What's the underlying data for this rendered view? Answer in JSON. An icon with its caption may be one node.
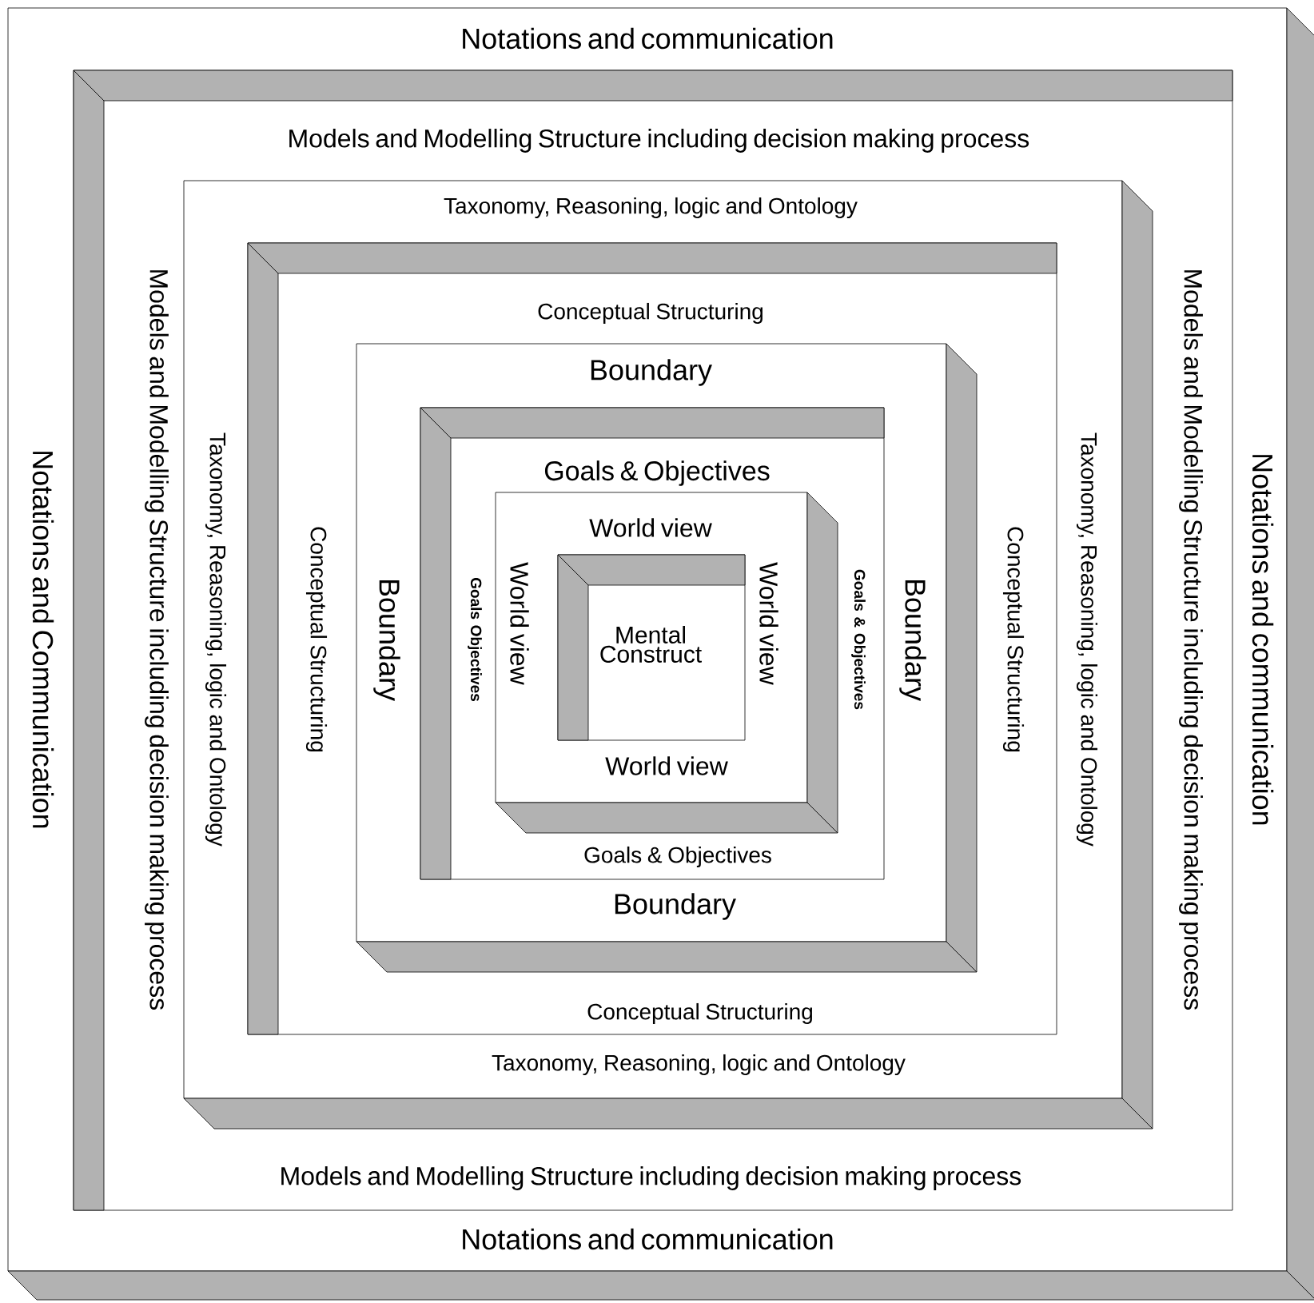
{
  "diagram": {
    "nodes": [
      {
        "text": [
          "Notations and communication",
          "Notations and Communication",
          "Notations and communication",
          "Notations and communication"
        ]
      },
      {
        "text": [
          "Models and Modelling Structure including decision making process",
          "Models and Modelling Structure including decision making process",
          "Models and Modelling Structure including decision making process",
          "Models and Modelling Structure including decision making process"
        ],
        "in": 0
      },
      {
        "text": [
          "Taxonomy, Reasoning, logic and Ontology",
          "Taxonomy, Reasoning, logic and Ontology",
          "Taxonomy, Reasoning, logic and Ontology",
          "Taxonomy, Reasoning, logic and Ontology"
        ],
        "in": 1
      },
      {
        "text": [
          "Conceptual Structuring",
          "Conceptual Structuring",
          "Conceptual Structuring",
          "Conceptual Structuring"
        ],
        "in": 2
      },
      {
        "text": [
          "Boundary",
          "Boundary",
          "Boundary",
          "Boundary"
        ],
        "in": 3
      },
      {
        "text": [
          "Goals & Objectives",
          "Goals Objectives",
          "Goals & Objectives",
          "Goals & Objectives"
        ],
        "in": 4
      },
      {
        "text": [
          "World view",
          "World view",
          "World view",
          "World view"
        ],
        "in": 5
      },
      {
        "text": [
          "Mental Construct"
        ],
        "in": 6
      }
    ]
  }
}
